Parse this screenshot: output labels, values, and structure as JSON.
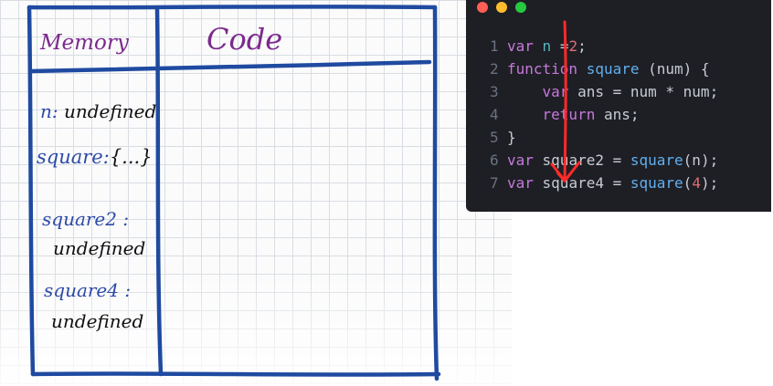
{
  "board": {
    "memory_header": "Memory",
    "code_header": "Code",
    "memory_entries": [
      {
        "key": "n:",
        "value": "undefined"
      },
      {
        "key": "square:",
        "value": "{...}"
      },
      {
        "key": "square2 :",
        "value": "undefined"
      },
      {
        "key": "square4 :",
        "value": "undefined"
      }
    ]
  },
  "editor": {
    "window_buttons": [
      "#ff5f56",
      "#ffbd2e",
      "#27c93f"
    ],
    "lines": [
      {
        "num": "1",
        "parts": [
          {
            "t": "var",
            "c": "kw"
          },
          {
            "t": " n ",
            "c": "var"
          },
          {
            "t": "=",
            "c": "op"
          },
          {
            "t": "2",
            "c": "num"
          },
          {
            "t": ";",
            "c": "op"
          }
        ]
      },
      {
        "num": "2",
        "parts": [
          {
            "t": "function",
            "c": "kw"
          },
          {
            "t": " square ",
            "c": "fn"
          },
          {
            "t": "(num) {",
            "c": "op"
          }
        ]
      },
      {
        "num": "3",
        "parts": [
          {
            "t": "    var",
            "c": "kw"
          },
          {
            "t": " ans = num * num;",
            "c": "op"
          }
        ]
      },
      {
        "num": "4",
        "parts": [
          {
            "t": "    return",
            "c": "kw"
          },
          {
            "t": " ans;",
            "c": "op"
          }
        ]
      },
      {
        "num": "5",
        "parts": [
          {
            "t": "}",
            "c": "op"
          }
        ]
      },
      {
        "num": "6",
        "parts": [
          {
            "t": "var",
            "c": "kw"
          },
          {
            "t": " square2 = ",
            "c": "op"
          },
          {
            "t": "square",
            "c": "fn"
          },
          {
            "t": "(n);",
            "c": "op"
          }
        ]
      },
      {
        "num": "7",
        "parts": [
          {
            "t": "var",
            "c": "kw"
          },
          {
            "t": " square4 = ",
            "c": "op"
          },
          {
            "t": "square",
            "c": "fn"
          },
          {
            "t": "(",
            "c": "op"
          },
          {
            "t": "4",
            "c": "num"
          },
          {
            "t": ");",
            "c": "op"
          }
        ]
      }
    ]
  },
  "colors": {
    "board_line": "#1f4aa0",
    "header_ink": "#7b2a8c",
    "arrow": "#ff2a2a"
  }
}
